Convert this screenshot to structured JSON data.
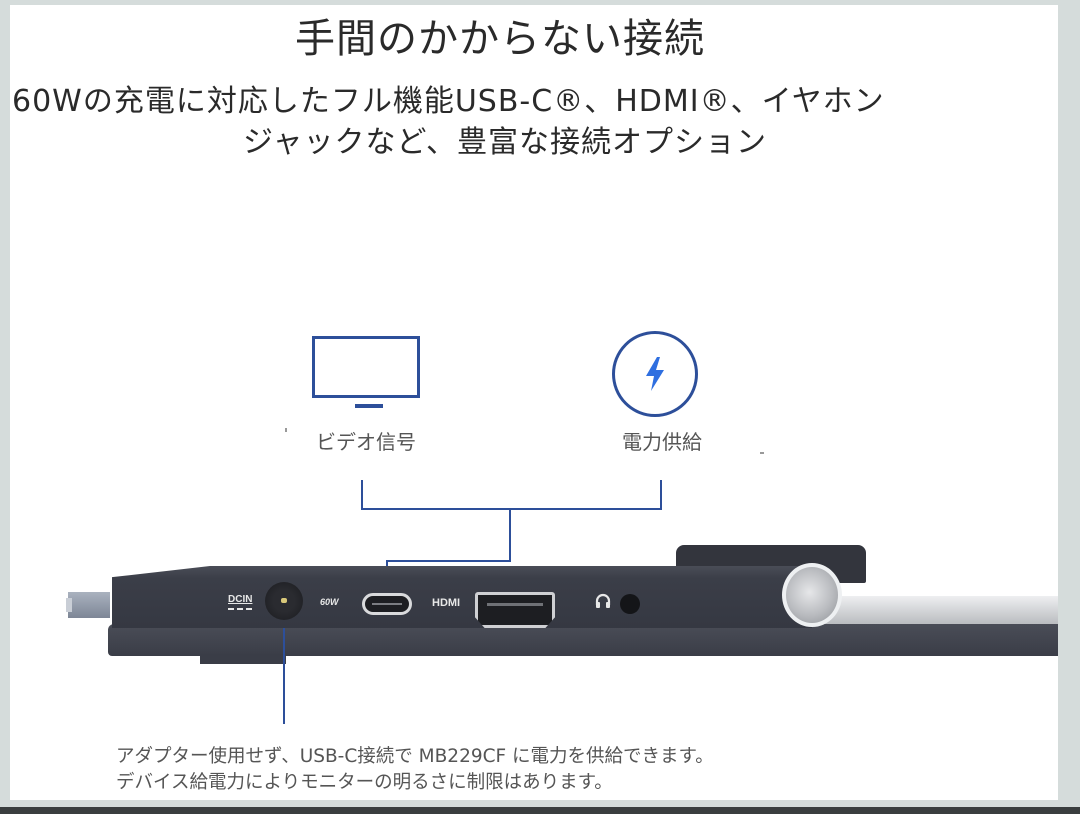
{
  "header": {
    "title": "手間のかからない接続",
    "subtitle_line1": "60Wの充電に対応したフル機能USB-C®、HDMI®、イヤホン",
    "subtitle_line2": "ジャックなど、豊富な接続オプション"
  },
  "diagram": {
    "video_signal": {
      "icon": "monitor-icon",
      "label": "ビデオ信号"
    },
    "power_delivery": {
      "icon": "lightning-bolt-icon",
      "label": "電力供給"
    },
    "accent_color": "#2d4f9a",
    "bolt_color": "#2f6fe0"
  },
  "device": {
    "ports": [
      {
        "id": "dcin",
        "label": "DCIN"
      },
      {
        "id": "usb-c",
        "label": "60W"
      },
      {
        "id": "hdmi",
        "label": "HDMI"
      },
      {
        "id": "headphone",
        "label": "headphone-icon"
      }
    ]
  },
  "footer": {
    "note_line1": "アダプター使用せず、USB-C接続で MB229CF に電力を供給できます。",
    "note_line2": "デバイス給電力によりモニターの明るさに制限はあります。"
  },
  "colors": {
    "frame": "#d5dcdb",
    "panel": "#ffffff",
    "text": "#2a2a2a",
    "device_body": "#3b3e48"
  }
}
